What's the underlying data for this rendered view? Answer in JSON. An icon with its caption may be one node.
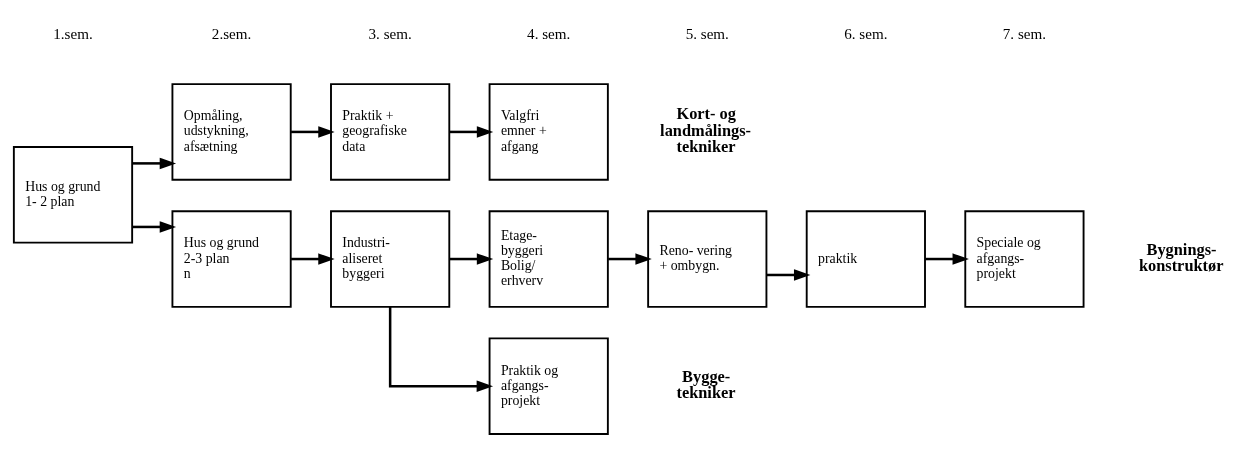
{
  "diagram": {
    "nodes": [
      {
        "text": [
          "Hus og grund 1- 2 plan"
        ]
      },
      {
        "text": [
          "Opmåling, udstykning, afsætning"
        ]
      },
      {
        "text": [
          "Praktik + geografiske data"
        ]
      },
      {
        "text": [
          "Valgfri emner + afgang"
        ]
      },
      {
        "text": [
          "Hus og grund 2-3 plan",
          "n"
        ]
      },
      {
        "text": [
          "Industri- aliseret byggeri"
        ]
      },
      {
        "text": [
          "Etage- byggeri Bolig/ erhverv"
        ]
      },
      {
        "text": [
          "Reno- vering + ombygn."
        ]
      },
      {
        "text": [
          "praktik"
        ]
      },
      {
        "text": [
          "Speciale og afgangs- projekt"
        ]
      },
      {
        "text": [
          "Praktik og afgangs- projekt"
        ]
      }
    ],
    "edges": [
      {
        "from": 0,
        "to": 1,
        "arrow": "to"
      },
      {
        "from": 0,
        "to": 4,
        "arrow": "to"
      },
      {
        "from": 1,
        "to": 2,
        "arrow": "to"
      },
      {
        "from": 2,
        "to": 3,
        "arrow": "to"
      },
      {
        "from": 4,
        "to": 5,
        "arrow": "to"
      },
      {
        "from": 5,
        "to": 6,
        "arrow": "to"
      },
      {
        "from": 5,
        "to": 10,
        "arrow": "to"
      },
      {
        "from": 6,
        "to": 7,
        "arrow": "to"
      },
      {
        "from": 7,
        "to": 8,
        "arrow": "to"
      },
      {
        "from": 8,
        "to": 9,
        "arrow": "to"
      }
    ],
    "labels": [
      "1.sem.",
      "2.sem.",
      "3. sem.",
      "4. sem.",
      "5. sem.",
      "6. sem.",
      "7. sem.",
      "Kort- og landmålings- tekniker",
      "Bygnings- konstruktør",
      "Bygge- tekniker"
    ]
  }
}
